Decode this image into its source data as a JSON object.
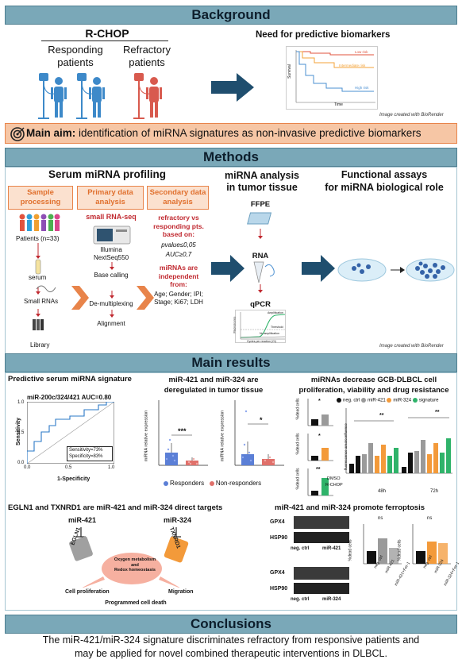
{
  "sections": {
    "background": "Background",
    "methods": "Methods",
    "main_results": "Main results",
    "conclusions": "Conclusions"
  },
  "background": {
    "rchop": "R-CHOP",
    "responding": "Responding\npatients",
    "refractory": "Refractory\npatients",
    "need": "Need for predictive biomarkers",
    "survival_chart": {
      "ylabel": "Survival",
      "xlabel": "Time",
      "low_risk": "Low risk",
      "intermediate_risk": "Intermediate risk",
      "high_risk": "High risk"
    },
    "credit": "Image created with BioRender"
  },
  "main_aim": {
    "label": "Main aim:",
    "text": " identification of miRNA signatures as non-invasive predictive biomarkers"
  },
  "methods": {
    "serum_title": "Serum miRNA profiling",
    "box_sample": "Sample\nprocessing",
    "box_primary": "Primary data\nanalysis",
    "box_secondary": "Secondary data\nanalysis",
    "patients": "Patients (n=33)",
    "serum": "serum",
    "small_rnas": "Small RNAs",
    "library": "Library",
    "small_rna_seq": "small RNA-seq",
    "illumina": "Illumina\nNextSeq550",
    "base_calling": "Base calling",
    "demultiplexing": "De-multiplexing",
    "alignment": "Alignment",
    "refractory_vs": "refractory vs\nresponding pts.\nbased on:",
    "pvalue": "pvalue≤0,05",
    "auc": "AUC≥0,7",
    "independent": "miRNAs are\nindependent\nfrom:",
    "factors": "Age; Gender; IPI;\nStage; Ki67; LDH",
    "tissue_title": "miRNA analysis\nin tumor tissue",
    "ffpe": "FFPE",
    "rna": "RNA",
    "qpcr": "qPCR",
    "qpcr_ylabel": "Fluorescence",
    "qpcr_xlabel": "Cycles per reaction (Ct)",
    "qpcr_amp": "Amplification",
    "qpcr_thr": "Threshold",
    "qpcr_noamp": "No amplification",
    "functional_title": "Functional assays\nfor miRNA biological role",
    "credit": "Image created with BioRender"
  },
  "results": {
    "roc_title": "Predictive serum miRNA signature",
    "roc_label": "miR-200c/324/421 AUC=0.80",
    "roc_ylabel": "Sensitivity",
    "roc_xlabel": "1-Specificity",
    "roc_sens": "Sensitivity=73%",
    "roc_spec": "Specificity=83%",
    "roc_ticks": [
      "0.0",
      "0.5",
      "1.0"
    ],
    "dereg_title": "miR-421 and miR-324 are\nderegulated in tumor tissue",
    "dereg_ylabel": "miRNA relative expression",
    "dereg_sig1": "***",
    "dereg_sig2": "*",
    "responders": "Responders",
    "non_responders": "Non-responders",
    "decrease_title": "miRNAs decrease GCB-DLBCL cell\nproliferation, viability and drug resistance",
    "legend": [
      "neg. ctrl",
      "miR-421",
      "miR-324",
      "signature"
    ],
    "dead_cells": "%dead cells",
    "fluor_ylabel": "fluorescence area/confluence",
    "dmso": "DMSO",
    "rchop_row": "R-CHOP",
    "h48": "48h",
    "h72": "72h",
    "sig_star": "*",
    "sig_2star": "**",
    "sig_3star": "***",
    "pm": "+",
    "mm": "-",
    "targets_title": "EGLN1 and TXNRD1 are miR-421 and miR-324 direct targets",
    "mir421": "miR-421",
    "mir324": "miR-324",
    "egln1": "EGLN1",
    "txnrd1": "TXNRD1",
    "oxygen": "Oxygen metabolism\nand\nRedox homeostasis",
    "proliferation": "Cell proliferation",
    "migration": "Migration",
    "death": "Programmed  cell death",
    "ferro_title": "miR-421 and miR-324 promote ferroptosis",
    "gpx4": "GPX4",
    "hsp90": "HSP90",
    "neg_ctrl": "neg. ctrl",
    "ns": "ns",
    "fer1_421": "miR-421+Fer-1",
    "fer1_324": "miR-324+Fer-1"
  },
  "conclusions": {
    "text": "The miR-421/miR-324 signature discriminates refractory from responsive patients and\nmay be applied for novel combined therapeutic interventions in DLBCL."
  },
  "colors": {
    "band": "#7aa8b8",
    "orange": "#e8844a",
    "navy_arrow": "#1f4e6e",
    "blue": "#5b7fd6",
    "salmon": "#e0706a",
    "grey": "#9a9a9a",
    "orange_bar": "#f39a3a",
    "green": "#2fb36a"
  }
}
